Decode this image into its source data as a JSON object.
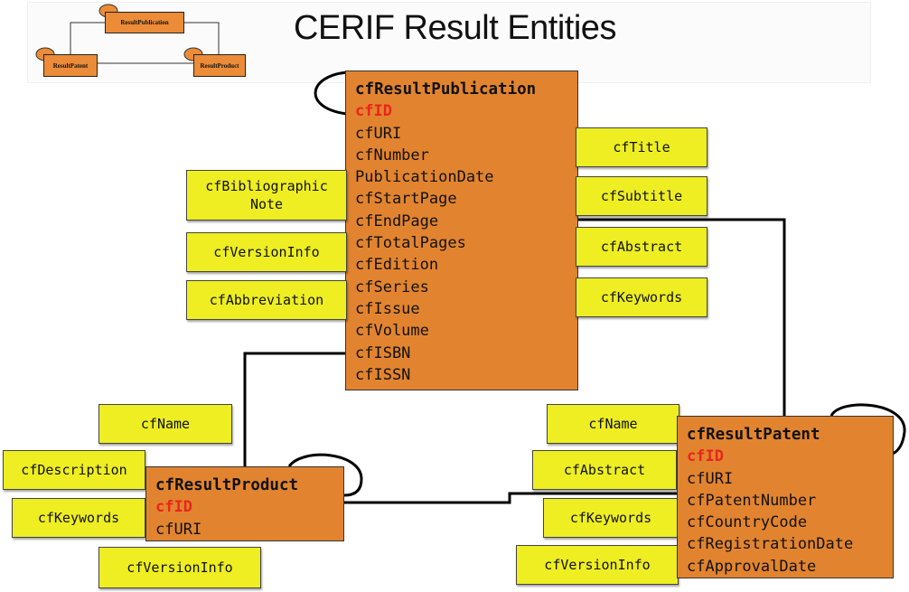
{
  "title": "CERIF Result Entities",
  "overview": {
    "publication": "ResultPublication",
    "patent": "ResultPatent",
    "product": "ResultProduct"
  },
  "publication": {
    "name": "cfResultPublication",
    "pk": "cfID",
    "attributes": [
      "cfURI",
      "cfNumber",
      "PublicationDate",
      "cfStartPage",
      "cfEndPage",
      "cfTotalPages",
      "cfEdition",
      "cfSeries",
      "cfIssue",
      "cfVolume",
      "cfISBN",
      "cfISSN"
    ],
    "lang_right": [
      "cfTitle",
      "cfSubtitle",
      "cfAbstract",
      "cfKeywords"
    ],
    "lang_left": [
      "cfBibliographic Note",
      "cfVersionInfo",
      "cfAbbreviation"
    ]
  },
  "product": {
    "name": "cfResultProduct",
    "pk": "cfID",
    "attributes": [
      "cfURI"
    ],
    "lang": [
      "cfName",
      "cfDescription",
      "cfKeywords",
      "cfVersionInfo"
    ]
  },
  "patent": {
    "name": "cfResultPatent",
    "pk": "cfID",
    "attributes": [
      "cfURI",
      "cfPatentNumber",
      "cfCountryCode",
      "cfRegistrationDate",
      "cfApprovalDate"
    ],
    "lang": [
      "cfName",
      "cfAbstract",
      "cfKeywords",
      "cfVersionInfo"
    ]
  },
  "colors": {
    "entity": "#e2842f",
    "lang_box": "#eeee22",
    "primary_key": "#e8261c"
  }
}
